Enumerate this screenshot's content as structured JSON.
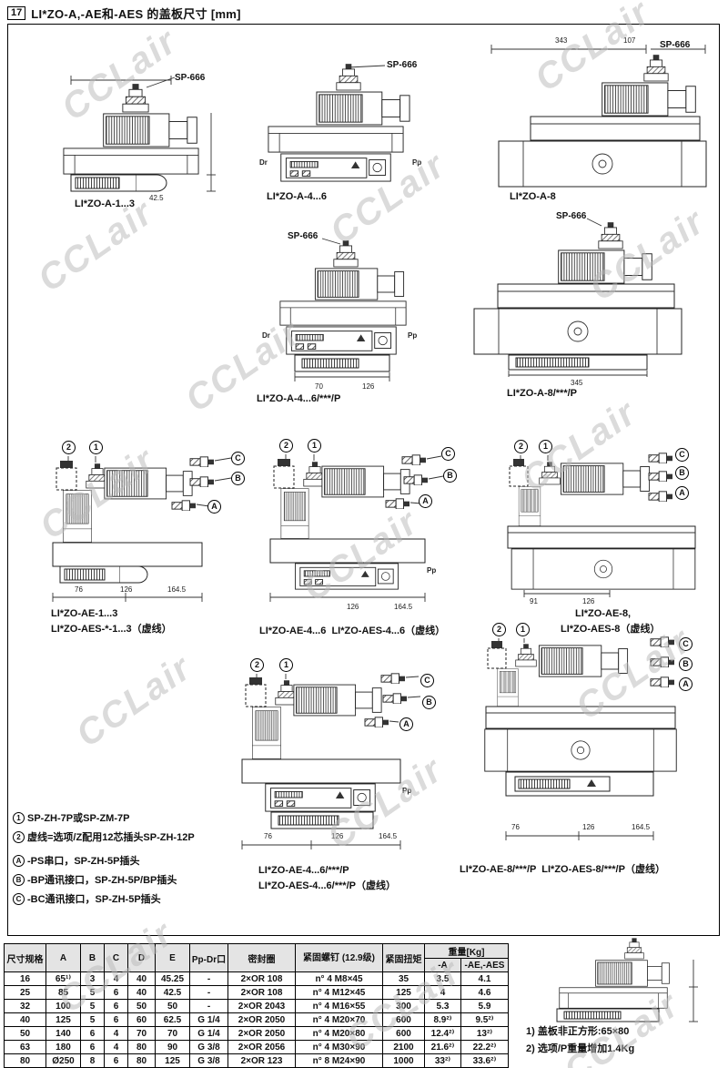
{
  "page": {
    "header_num": "17",
    "title": "LI*ZO-A,-AE和-AES 的盖板尺寸 [mm]",
    "watermark": "CCLair"
  },
  "callouts": {
    "n1": "1",
    "n2": "2",
    "a": "A",
    "b": "B",
    "c": "C"
  },
  "drawings": [
    {
      "caption1": "LI*ZO-A-1...3",
      "sp": "SP-666",
      "dims": [
        "42.5"
      ]
    },
    {
      "caption1": "LI*ZO-A-4...6",
      "sp": "SP-666",
      "dr": "Dr",
      "pp": "Pp"
    },
    {
      "caption1": "LI*ZO-A-8",
      "sp": "SP-666",
      "dims": [
        "343",
        "107"
      ]
    },
    {
      "caption1": "LI*ZO-A-4...6/***/P",
      "sp": "SP-666",
      "dr": "Dr",
      "pp": "Pp",
      "dims": [
        "70",
        "126"
      ]
    },
    {
      "caption1": "LI*ZO-A-8/***/P",
      "sp": "SP-666",
      "dims": [
        "345"
      ]
    },
    {
      "caption1": "LI*ZO-AE-1...3",
      "caption2": "LI*ZO-AES-*-1...3（虚线）",
      "dims": [
        "76",
        "126",
        "164.5"
      ]
    },
    {
      "caption1": "LI*ZO-AE-4...6  LI*ZO-AES-4...6（虚线）",
      "pp": "Pp",
      "dims": [
        "126",
        "164.5"
      ]
    },
    {
      "caption1": "LI*ZO-AE-8,",
      "caption2": "LI*ZO-AES-8（虚线）",
      "dims": [
        "91",
        "126"
      ]
    },
    {
      "caption1": "LI*ZO-AE-4...6/***/P",
      "caption2": "LI*ZO-AES-4...6/***/P（虚线）",
      "pp": "Pp",
      "dims": [
        "76",
        "126",
        "164.5"
      ]
    },
    {
      "caption1": "LI*ZO-AE-8/***/P  LI*ZO-AES-8/***/P（虚线）",
      "dims": [
        "76",
        "126",
        "164.5"
      ]
    }
  ],
  "notes": [
    {
      "mark": "1",
      "text": "SP-ZH-7P或SP-ZM-7P"
    },
    {
      "mark": "2",
      "text": "虚线=选项/Z配用12芯插头SP-ZH-12P"
    },
    {
      "mark": "A",
      "text": "-PS串口，SP-ZH-5P插头"
    },
    {
      "mark": "B",
      "text": "-BP通讯接口，SP-ZH-5P/BP插头"
    },
    {
      "mark": "C",
      "text": "-BC通讯接口，SP-ZH-5P插头"
    }
  ],
  "table": {
    "headers": {
      "size": "尺寸规格",
      "A": "A",
      "B": "B",
      "C": "C",
      "D": "D",
      "E": "E",
      "pp": "Pp-Dr口",
      "seal": "密封圈",
      "bolt": "紧固螺钉\n(12.9级)",
      "torque": "紧固扭矩",
      "weight": "重量[Kg]",
      "wA": "-A",
      "wAE": "-AE,-AES"
    },
    "rows": [
      [
        "16",
        "65¹⁾",
        "3",
        "4",
        "40",
        "45.25",
        "-",
        "2×OR 108",
        "n° 4 M8×45",
        "35",
        "3.5",
        "4.1"
      ],
      [
        "25",
        "85",
        "5",
        "6",
        "40",
        "42.5",
        "-",
        "2×OR 108",
        "n° 4 M12×45",
        "125",
        "4",
        "4.6"
      ],
      [
        "32",
        "100",
        "5",
        "6",
        "50",
        "50",
        "-",
        "2×OR 2043",
        "n° 4 M16×55",
        "300",
        "5.3",
        "5.9"
      ],
      [
        "40",
        "125",
        "5",
        "6",
        "60",
        "62.5",
        "G 1/4",
        "2×OR 2050",
        "n° 4 M20×70",
        "600",
        "8.9²⁾",
        "9.5²⁾"
      ],
      [
        "50",
        "140",
        "6",
        "4",
        "70",
        "70",
        "G 1/4",
        "2×OR 2050",
        "n° 4 M20×80",
        "600",
        "12.4²⁾",
        "13²⁾"
      ],
      [
        "63",
        "180",
        "6",
        "4",
        "80",
        "90",
        "G 3/8",
        "2×OR 2056",
        "n° 4 M30×90",
        "2100",
        "21.6²⁾",
        "22.2²⁾"
      ],
      [
        "80",
        "Ø250",
        "8",
        "6",
        "80",
        "125",
        "G 3/8",
        "2×OR 123",
        "n° 8 M24×90",
        "1000",
        "33²⁾",
        "33.6²⁾"
      ]
    ],
    "footnotes": [
      "1) 盖板非正方形:65×80",
      "2) 选项/P重量增加1.4Kg"
    ]
  }
}
